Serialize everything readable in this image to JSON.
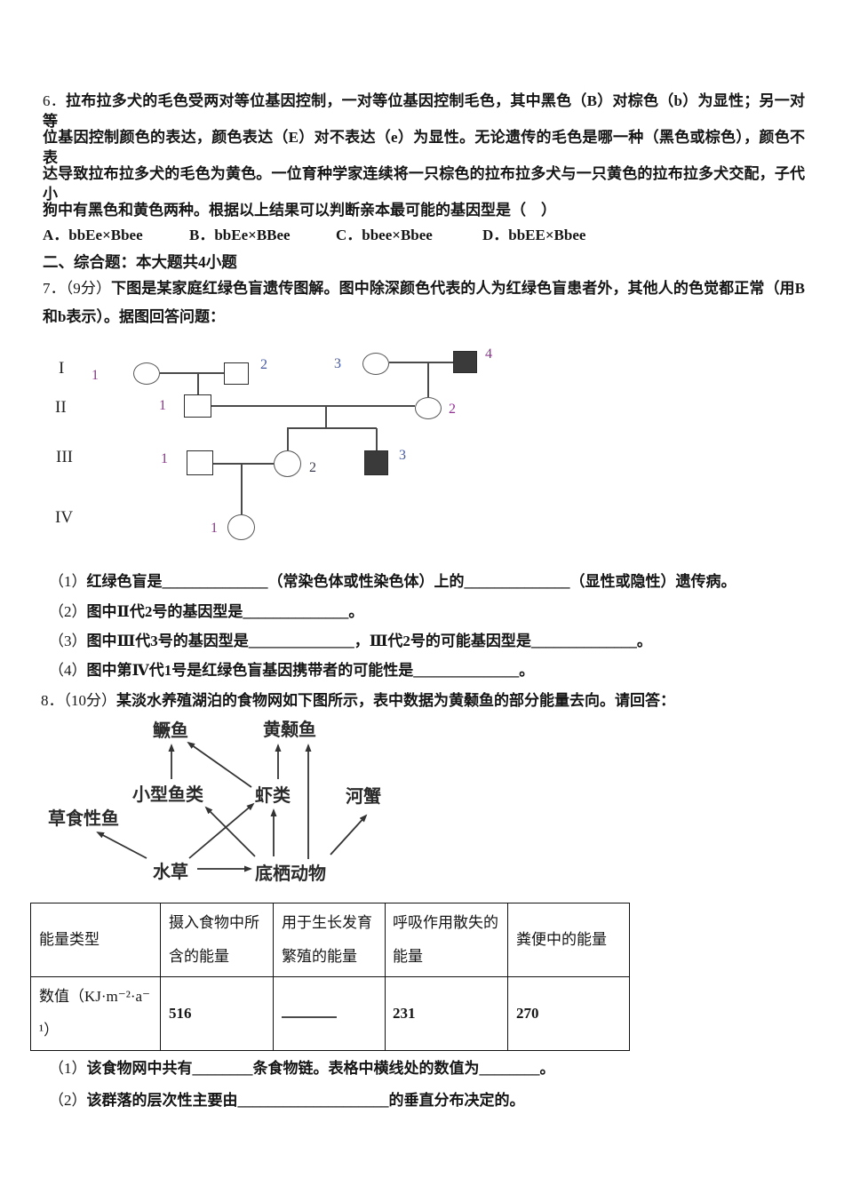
{
  "page": {
    "q6": {
      "lines": [
        {
          "m": "6．",
          "t": "拉布拉多犬的毛色受两对等位基因控制，一对等位基因控制毛色，其中黑色（B）对棕色（b）为显性；另一对等"
        },
        {
          "m": "",
          "t": "位基因控制颜色的表达，颜色表达（E）对不表达（e）为显性。无论遗传的毛色是哪一种（黑色或棕色），颜色不表"
        },
        {
          "m": "",
          "t": "达导致拉布拉多犬的毛色为黄色。一位育种学家连续将一只棕色的拉布拉多犬与一只黄色的拉布拉多犬交配，子代小"
        },
        {
          "m": "",
          "t": "狗中有黑色和黄色两种。根据以上结果可以判断亲本最可能的基因型是（　）"
        }
      ],
      "options": [
        "A．bbEe×Bbee",
        "B．bbEe×BBee",
        "C．bbee×Bbee",
        "D．bbEE×Bbee"
      ]
    },
    "section2": "二、综合题：本大题共4小题",
    "q7": {
      "intro": [
        {
          "m": "7．（9分）",
          "t": "下图是某家庭红绿色盲遗传图解。图中除深颜色代表的人为红绿色盲患者外，其他人的色觉都正常（用B"
        },
        {
          "m": "",
          "t": "和b表示）。据图回答问题："
        }
      ],
      "pedigree": {
        "generation_labels": [
          "I",
          "II",
          "III",
          "IV"
        ],
        "individuals": [
          {
            "id": "I-1",
            "shape": "circle",
            "filled": false,
            "label": "1"
          },
          {
            "id": "I-2",
            "shape": "square",
            "filled": false,
            "label": "2"
          },
          {
            "id": "I-3",
            "shape": "circle",
            "filled": false,
            "label": "3"
          },
          {
            "id": "I-4",
            "shape": "square",
            "filled": true,
            "label": "4"
          },
          {
            "id": "II-1",
            "shape": "square",
            "filled": false,
            "label": "1"
          },
          {
            "id": "II-2",
            "shape": "circle",
            "filled": false,
            "label": "2"
          },
          {
            "id": "III-1",
            "shape": "square",
            "filled": false,
            "label": "1"
          },
          {
            "id": "III-2",
            "shape": "circle",
            "filled": false,
            "label": "2"
          },
          {
            "id": "III-3",
            "shape": "square",
            "filled": true,
            "label": "3"
          },
          {
            "id": "IV-1",
            "shape": "circle",
            "filled": false,
            "label": "1"
          }
        ],
        "couples": [
          [
            "I-1",
            "I-2"
          ],
          [
            "I-3",
            "I-4"
          ],
          [
            "II-1",
            "II-2"
          ],
          [
            "III-1",
            "III-2"
          ]
        ],
        "children": {
          "I-1×I-2": [
            "II-1"
          ],
          "I-3×I-4": [
            "II-2"
          ],
          "II-1×II-2": [
            "III-2",
            "III-3"
          ],
          "III-1×III-2": [
            "IV-1"
          ]
        }
      },
      "subquestions": [
        {
          "m": "（1）",
          "t": "红绿色盲是______________（常染色体或性染色体）上的______________（显性或隐性）遗传病。"
        },
        {
          "m": "（2）",
          "t": "图中Ⅱ代2号的基因型是______________。"
        },
        {
          "m": "（3）",
          "t": "图中Ⅲ代3号的基因型是______________，Ⅲ代2号的可能基因型是______________。"
        },
        {
          "m": "（4）",
          "t": "图中第Ⅳ代1号是红绿色盲基因携带者的可能性是______________。"
        }
      ]
    },
    "q8": {
      "intro": {
        "m": "8．（10分）",
        "t": "某淡水养殖湖泊的食物网如下图所示，表中数据为黄颡鱼的部分能量去向。请回答："
      },
      "foodweb": {
        "nodes": [
          "鳜鱼",
          "黄颡鱼",
          "小型鱼类",
          "虾类",
          "河蟹",
          "草食性鱼",
          "水草",
          "底栖动物"
        ],
        "edges": [
          [
            "水草",
            "草食性鱼"
          ],
          [
            "水草",
            "底栖动物"
          ],
          [
            "水草",
            "虾类"
          ],
          [
            "底栖动物",
            "小型鱼类"
          ],
          [
            "底栖动物",
            "虾类"
          ],
          [
            "底栖动物",
            "黄颡鱼"
          ],
          [
            "底栖动物",
            "河蟹"
          ],
          [
            "小型鱼类",
            "鳜鱼"
          ],
          [
            "虾类",
            "鳜鱼"
          ],
          [
            "虾类",
            "黄颡鱼"
          ]
        ]
      },
      "table": {
        "headers": [
          "能量类型",
          "摄入食物中所含的能量",
          "用于生长发育繁殖的能量",
          "呼吸作用散失的能量",
          "粪便中的能量"
        ],
        "row_label": "数值（KJ·m⁻²·a⁻¹）",
        "values": [
          "516",
          "",
          "231",
          "270"
        ]
      },
      "subquestions": [
        {
          "m": "（1）",
          "t": "该食物网中共有________条食物链。表格中横线处的数值为________。"
        },
        {
          "m": "（2）",
          "t": "该群落的层次性主要由____________________的垂直分布决定的。"
        }
      ]
    },
    "colors": {
      "pedigree_number_purple": "#8e3390",
      "pedigree_number_blue": "#46599c",
      "affected_fill": "#3a3a3a"
    }
  }
}
